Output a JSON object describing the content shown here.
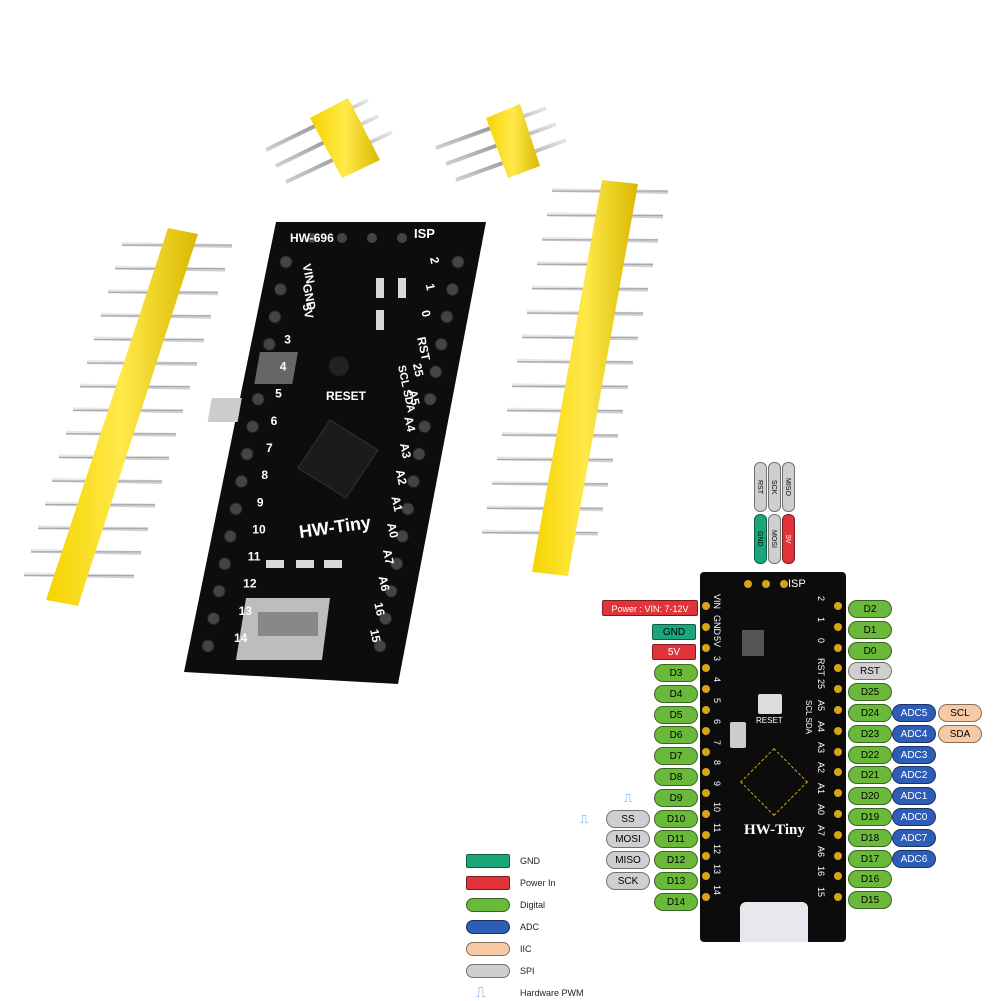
{
  "photo": {
    "board_id": "HW-696",
    "isp_label": "ISP",
    "brand": "HW-Tiny",
    "reset_label": "RESET",
    "power_labels": [
      "VIN",
      "GND",
      "5V"
    ],
    "left_pins": [
      "3",
      "4",
      "5",
      "6",
      "7",
      "8",
      "9",
      "10",
      "11",
      "12",
      "13",
      "14"
    ],
    "right_pins": [
      "2",
      "1",
      "0",
      "RST",
      "25",
      "A5",
      "A4",
      "A3",
      "A2",
      "A1",
      "A0",
      "A7",
      "A6",
      "16",
      "15"
    ],
    "scl_sda": "SCL SDA"
  },
  "diagram": {
    "top_spi": [
      "RST",
      "SCK",
      "MISO"
    ],
    "top_power": [
      "GND",
      "MOSI",
      "5V"
    ],
    "isp": "ISP",
    "brand": "HW-Tiny",
    "reset": "RESET",
    "power_vin": "Power : VIN: 7-12V",
    "power_gnd": "GND",
    "power_5v": "5V",
    "left_digital": [
      "D3",
      "D4",
      "D5",
      "D6",
      "D7",
      "D8",
      "D9",
      "D10",
      "D11",
      "D12",
      "D13",
      "D14"
    ],
    "left_spi": [
      "SS",
      "MOSI",
      "MISO",
      "SCK"
    ],
    "right_digital": [
      "D2",
      "D1",
      "D0",
      "RST",
      "D25",
      "D24",
      "D23",
      "D22",
      "D21",
      "D20",
      "D19",
      "D18",
      "D17",
      "D16",
      "D15"
    ],
    "right_adc": [
      "ADC5",
      "ADC4",
      "ADC3",
      "ADC2",
      "ADC1",
      "ADC0",
      "ADC7",
      "ADC6"
    ],
    "right_iic": [
      "SCL",
      "SDA"
    ],
    "board_left_silk": [
      "VIN",
      "GND",
      "5V",
      "3",
      "4",
      "5",
      "6",
      "7",
      "8",
      "9",
      "10",
      "11",
      "12",
      "13",
      "14"
    ],
    "board_right_silk": [
      "2",
      "1",
      "0",
      "RST",
      "25",
      "A5",
      "A4",
      "A3",
      "A2",
      "A1",
      "A0",
      "A7",
      "A6",
      "16",
      "15"
    ],
    "board_scl_sda": "SCL SDA"
  },
  "legend": [
    {
      "label": "GND",
      "color": "#1aa67a"
    },
    {
      "label": "Power In",
      "color": "#e0343a"
    },
    {
      "label": "Digital",
      "color": "#6ab93a"
    },
    {
      "label": "ADC",
      "color": "#2e5db8"
    },
    {
      "label": "IIC",
      "color": "#f6c9a7"
    },
    {
      "label": "SPI",
      "color": "#cfcfcf"
    },
    {
      "label": "Hardware PWM",
      "color": "#4a90d9"
    }
  ]
}
